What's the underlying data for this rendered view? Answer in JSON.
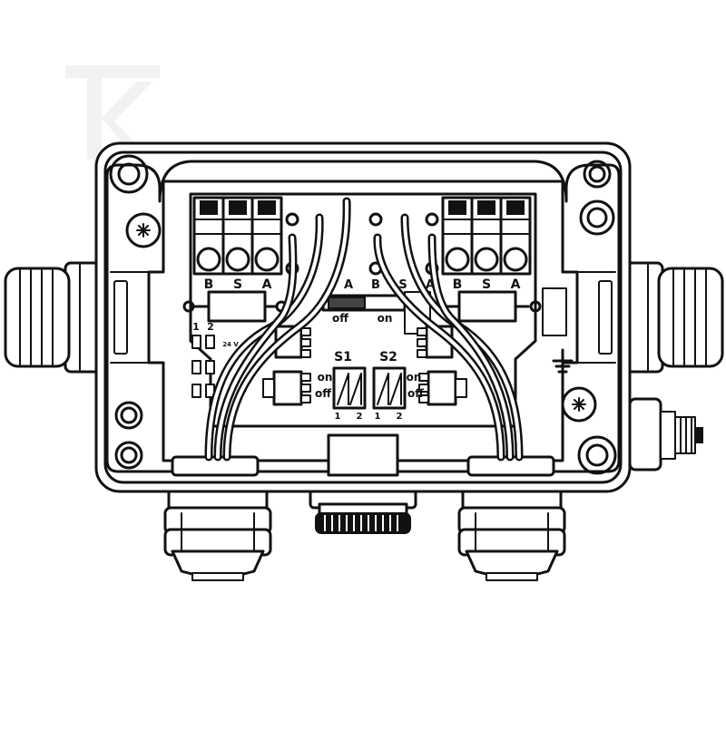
{
  "labels": {
    "left_terminal": [
      "B",
      "S",
      "A"
    ],
    "right_terminal": [
      "B",
      "S",
      "A"
    ],
    "center_left_pin": "A",
    "center_mid_pin": "B",
    "center_mid2_pin": "S",
    "center_right_pin": "A",
    "termination_off": "off",
    "termination_on": "on",
    "switch_s1": "S1",
    "switch_s2": "S2",
    "switch_on": "on",
    "switch_off": "off",
    "switch_pos_1": "1",
    "switch_pos_2": "2",
    "led_col_1": "1",
    "led_col_2": "2",
    "led_label": "24 V"
  },
  "icons": [
    "ground-icon",
    "mounting-screw-icon",
    "cable-gland-icon"
  ],
  "colors": {
    "line": "#111111",
    "background": "#ffffff",
    "watermark": "#eeeeee"
  }
}
